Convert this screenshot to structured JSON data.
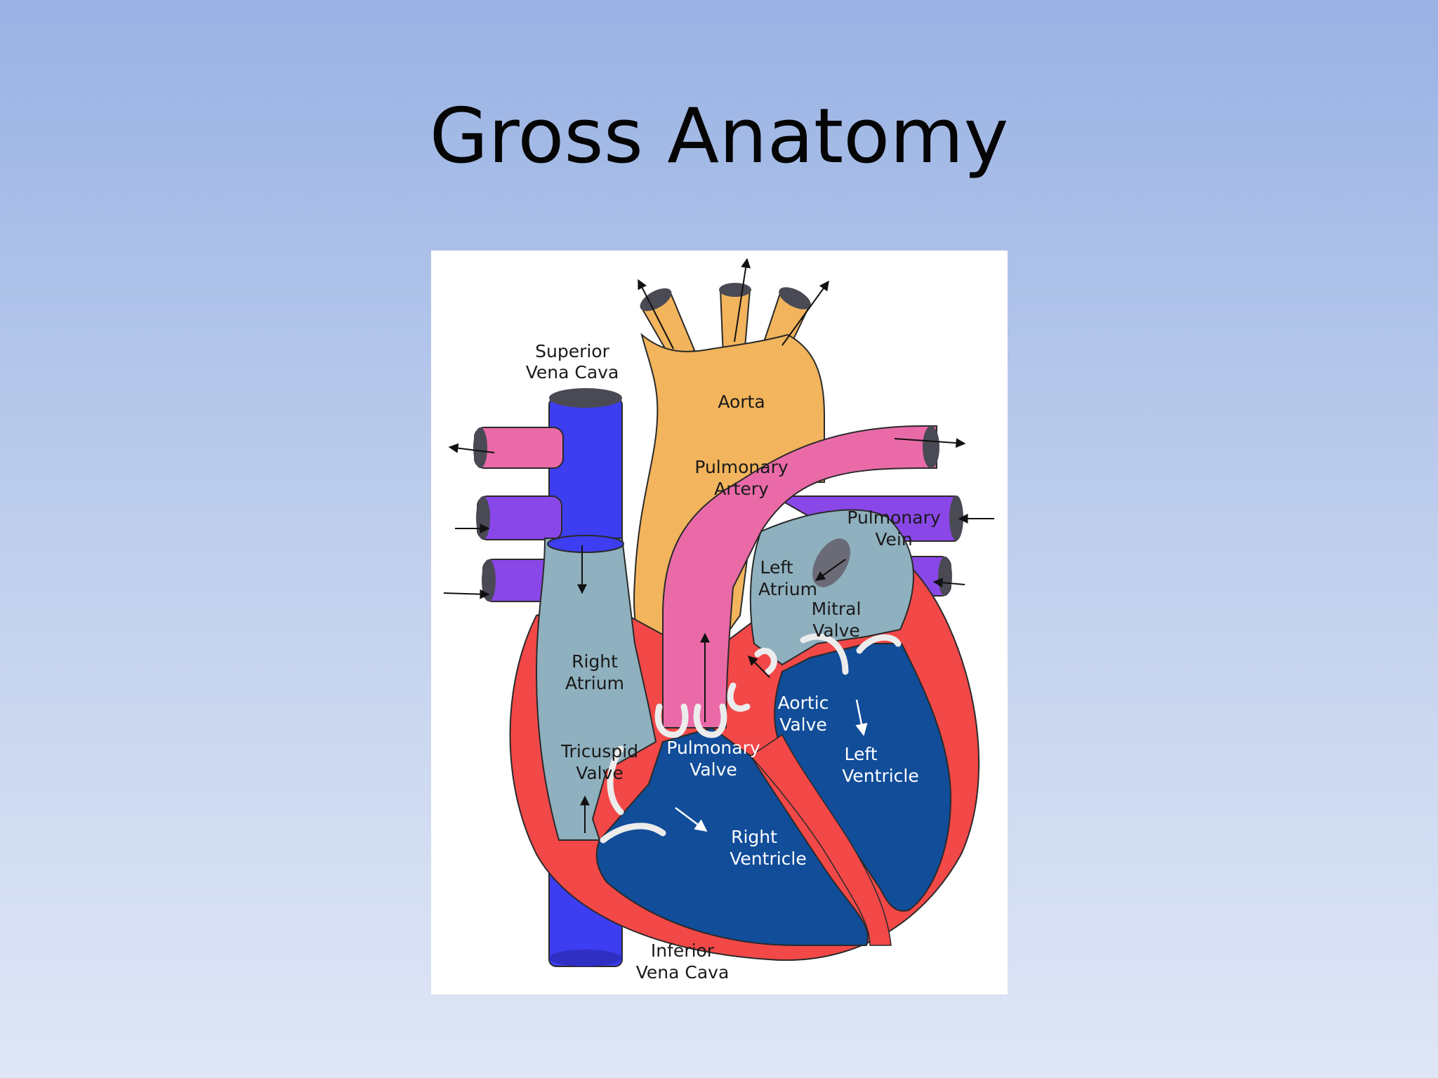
{
  "slide": {
    "title": "Gross Anatomy"
  },
  "diagram": {
    "labels": {
      "superior_vena_cava_l1": "Superior",
      "superior_vena_cava_l2": "Vena Cava",
      "aorta": "Aorta",
      "pulmonary_artery_l1": "Pulmonary",
      "pulmonary_artery_l2": "Artery",
      "pulmonary_vein_l1": "Pulmonary",
      "pulmonary_vein_l2": "Vein",
      "left_atrium_l1": "Left",
      "left_atrium_l2": "Atrium",
      "mitral_valve_l1": "Mitral",
      "mitral_valve_l2": "Valve",
      "right_atrium_l1": "Right",
      "right_atrium_l2": "Atrium",
      "aortic_valve_l1": "Aortic",
      "aortic_valve_l2": "Valve",
      "tricuspid_valve_l1": "Tricuspid",
      "tricuspid_valve_l2": "Valve",
      "pulmonary_valve_l1": "Pulmonary",
      "pulmonary_valve_l2": "Valve",
      "left_ventricle_l1": "Left",
      "left_ventricle_l2": "Ventricle",
      "right_ventricle_l1": "Right",
      "right_ventricle_l2": "Ventricle",
      "inferior_vena_cava_l1": "Inferior",
      "inferior_vena_cava_l2": "Vena Cava"
    },
    "colors": {
      "vena_cava": "#3d3df2",
      "aorta": "#f2b45c",
      "pulmonary_artery": "#ea6aa8",
      "pulmonary_vein": "#8a47e8",
      "atria": "#8fb0be",
      "ventricles": "#114d99",
      "myocardium": "#f24848",
      "valves": "#ececec"
    }
  }
}
